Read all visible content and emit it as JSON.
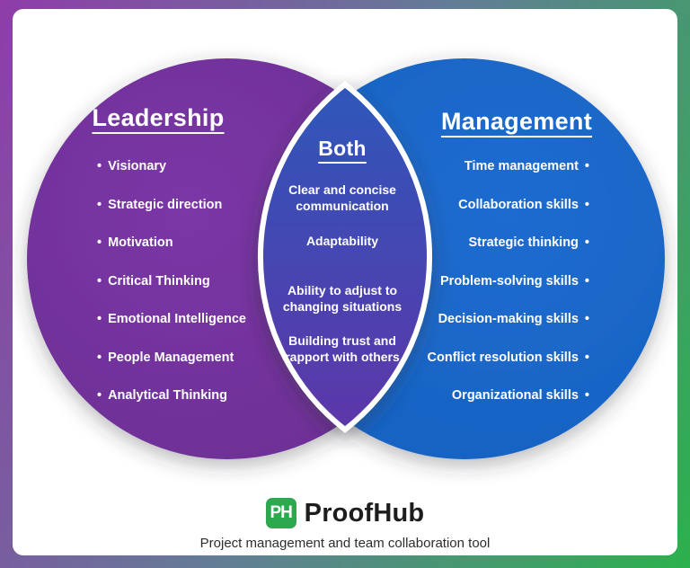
{
  "diagram": {
    "bullet": "•",
    "left": {
      "title": "Leadership",
      "items": [
        "Visionary",
        "Strategic direction",
        "Motivation",
        "Critical Thinking",
        "Emotional Intelligence",
        "People Management",
        "Analytical Thinking"
      ]
    },
    "both": {
      "title": "Both",
      "items": [
        "Clear and concise communication",
        "Adaptability",
        "Ability to adjust to changing situations",
        "Building trust and rapport with others"
      ]
    },
    "right": {
      "title": "Management",
      "items": [
        "Time management",
        "Collaboration skills",
        "Strategic thinking",
        "Problem-solving skills",
        "Decision-making skills",
        "Conflict resolution skills",
        "Organizational skills"
      ]
    },
    "colors": {
      "left_circle": "#6b2e93",
      "left_circle_light": "#7b37a6",
      "right_circle": "#1561c0",
      "right_circle_light": "#1f6cd0",
      "lens_top": "#2e57ba",
      "lens_bottom": "#5d36a9",
      "border_start": "#8f3ca9",
      "border_mid": "#627e95",
      "border_end": "#2bb14d",
      "logo_green": "#2ca84e"
    }
  },
  "footer": {
    "logo_text": "PH",
    "brand": "ProofHub",
    "tagline": "Project management and team collaboration tool"
  }
}
